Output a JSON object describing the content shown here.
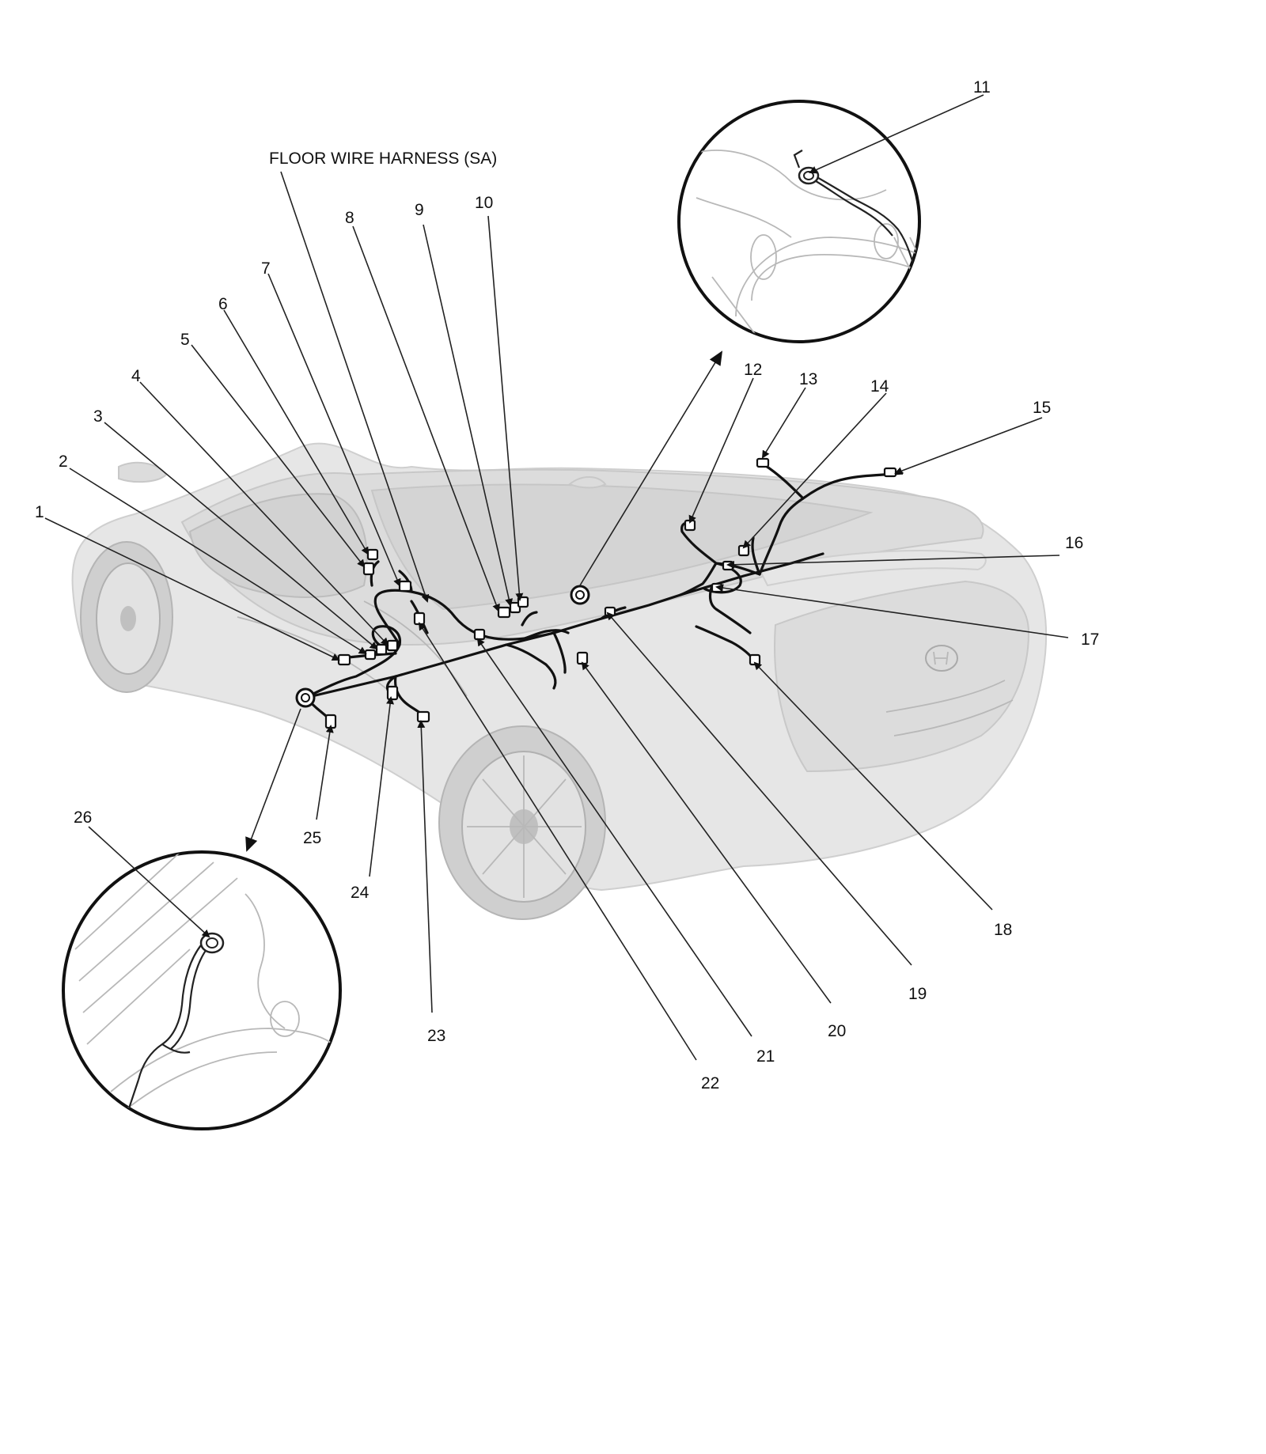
{
  "diagram": {
    "harness_title": "FLOOR WIRE HARNESS (SA)",
    "callouts": [
      "1",
      "2",
      "3",
      "4",
      "5",
      "6",
      "7",
      "8",
      "9",
      "10",
      "11",
      "12",
      "13",
      "14",
      "15",
      "16",
      "17",
      "18",
      "19",
      "20",
      "21",
      "22",
      "23",
      "24",
      "25",
      "26"
    ]
  }
}
